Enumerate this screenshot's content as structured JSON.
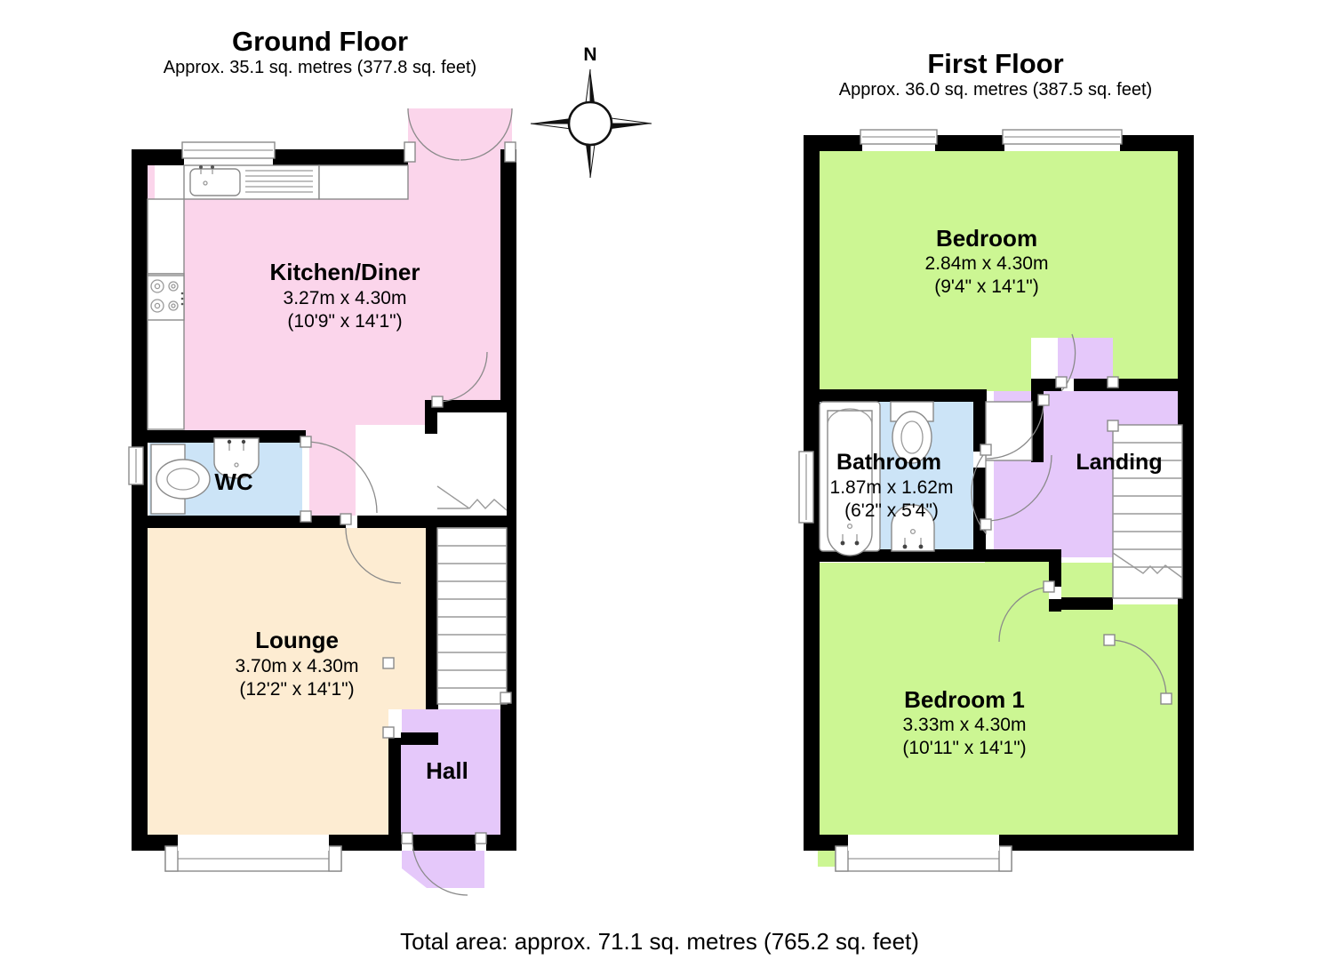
{
  "document": {
    "type": "floor-plan",
    "total_area_text": "Total area: approx. 71.1 sq. metres (765.2 sq. feet)"
  },
  "compass": {
    "label": "N",
    "icon": "compass-rose-icon"
  },
  "floors": [
    {
      "id": "ground",
      "title": "Ground Floor",
      "subtitle": "Approx. 35.1 sq. metres (377.8 sq. feet)",
      "rooms": [
        {
          "id": "kitchen-diner",
          "name": "Kitchen/Diner",
          "dim_metric": "3.27m x 4.30m",
          "dim_imperial": "(10'9\" x 14'1\")",
          "color": "#FBD5EB"
        },
        {
          "id": "wc",
          "name": "WC",
          "dim_metric": "",
          "dim_imperial": "",
          "color": "#CCE4F7"
        },
        {
          "id": "lounge",
          "name": "Lounge",
          "dim_metric": "3.70m x 4.30m",
          "dim_imperial": "(12'2\" x 14'1\")",
          "color": "#FDECD2"
        },
        {
          "id": "hall",
          "name": "Hall",
          "dim_metric": "",
          "dim_imperial": "",
          "color": "#E5C8FA"
        }
      ]
    },
    {
      "id": "first",
      "title": "First Floor",
      "subtitle": "Approx. 36.0 sq. metres (387.5 sq. feet)",
      "rooms": [
        {
          "id": "bedroom",
          "name": "Bedroom",
          "dim_metric": "2.84m x 4.30m",
          "dim_imperial": "(9'4\" x 14'1\")",
          "color": "#CCF693"
        },
        {
          "id": "bathroom",
          "name": "Bathroom",
          "dim_metric": "1.87m x 1.62m",
          "dim_imperial": "(6'2\" x 5'4\")",
          "color": "#CCE4F7"
        },
        {
          "id": "landing",
          "name": "Landing",
          "dim_metric": "",
          "dim_imperial": "",
          "color": "#E5C8FA"
        },
        {
          "id": "bedroom-1",
          "name": "Bedroom 1",
          "dim_metric": "3.33m x 4.30m",
          "dim_imperial": "(10'11\" x 14'1\")",
          "color": "#CCF693"
        }
      ]
    }
  ],
  "colors": {
    "wall": "#000000",
    "pink": "#FBD5EB",
    "cream": "#FDECD2",
    "green": "#CCF693",
    "lilac": "#E5C8FA",
    "blue": "#CCE4F7",
    "fixture_stroke": "#8a8a8a",
    "background": "#FFFFFF"
  }
}
